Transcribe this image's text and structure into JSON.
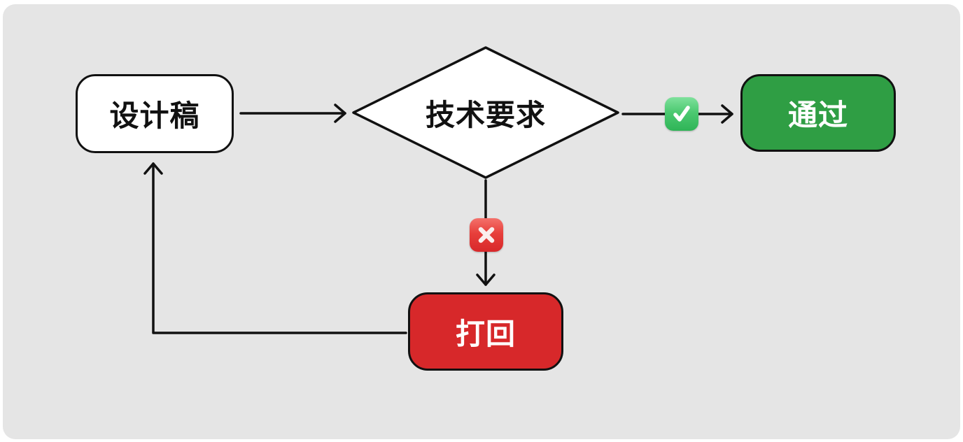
{
  "diagram": {
    "type": "flowchart",
    "background_color": "#e5e5e5",
    "stroke_color": "#111111",
    "nodes": {
      "design_draft": {
        "label": "设计稿",
        "shape": "rounded-rect",
        "fill": "#ffffff",
        "text_color": "#111111"
      },
      "tech_requirements": {
        "label": "技术要求",
        "shape": "diamond",
        "fill": "#ffffff",
        "text_color": "#111111"
      },
      "pass": {
        "label": "通过",
        "shape": "rounded-rect",
        "fill": "#2f9e44",
        "text_color": "#ffffff"
      },
      "reject": {
        "label": "打回",
        "shape": "rounded-rect",
        "fill": "#d7282a",
        "text_color": "#ffffff"
      }
    },
    "edges": [
      {
        "from": "design_draft",
        "to": "tech_requirements",
        "marker": "none"
      },
      {
        "from": "tech_requirements",
        "to": "pass",
        "marker": "check-emoji"
      },
      {
        "from": "tech_requirements",
        "to": "reject",
        "marker": "cross-emoji"
      },
      {
        "from": "reject",
        "to": "design_draft",
        "marker": "none"
      }
    ],
    "icons": {
      "check": "✅",
      "cross": "❌",
      "check_color": "#4cc971",
      "cross_color": "#e73f3b"
    }
  }
}
